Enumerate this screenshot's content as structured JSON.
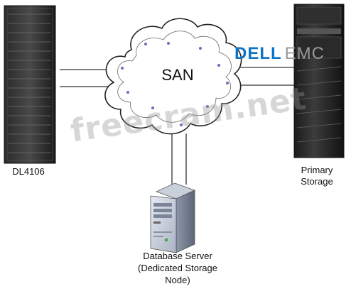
{
  "nodes": {
    "left_rack_label": "DL4106",
    "right_storage_label_line1": "Primary",
    "right_storage_label_line2": "Storage",
    "server_label_line1": "Database Server",
    "server_label_line2": "(Dedicated Storage",
    "server_label_line3": "Node)"
  },
  "cloud": {
    "label": "SAN"
  },
  "logo": {
    "part1": "DELL",
    "part2": "EMC",
    "color_dell": "#0b75c9",
    "color_emc": "#9a9a9a"
  },
  "watermark": {
    "text": "freecram.net"
  },
  "colors": {
    "line": "#333333",
    "cloud_fill": "#ffffff",
    "cloud_stroke": "#222222"
  }
}
